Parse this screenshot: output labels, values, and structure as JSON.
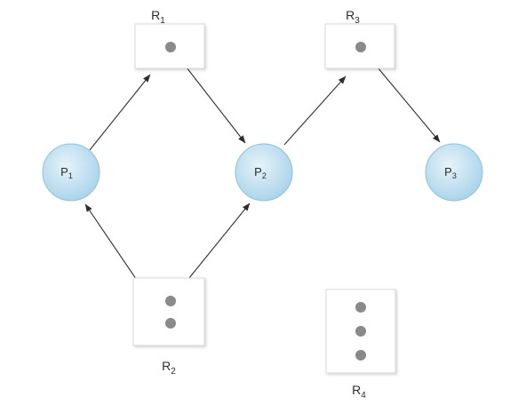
{
  "processes": [
    {
      "id": "P1",
      "base": "P",
      "sub": "1"
    },
    {
      "id": "P2",
      "base": "P",
      "sub": "2"
    },
    {
      "id": "P3",
      "base": "P",
      "sub": "3"
    }
  ],
  "resources": [
    {
      "id": "R1",
      "base": "R",
      "sub": "1",
      "instances": 1
    },
    {
      "id": "R2",
      "base": "R",
      "sub": "2",
      "instances": 2
    },
    {
      "id": "R3",
      "base": "R",
      "sub": "3",
      "instances": 1
    },
    {
      "id": "R4",
      "base": "R",
      "sub": "4",
      "instances": 3
    }
  ],
  "edges": [
    {
      "from": "P1",
      "to": "R1",
      "kind": "request"
    },
    {
      "from": "R1",
      "to": "P2",
      "kind": "assignment"
    },
    {
      "from": "P2",
      "to": "R3",
      "kind": "request"
    },
    {
      "from": "R3",
      "to": "P3",
      "kind": "assignment"
    },
    {
      "from": "R2",
      "to": "P1",
      "kind": "assignment"
    },
    {
      "from": "R2",
      "to": "P2",
      "kind": "assignment"
    }
  ],
  "colors": {
    "process_fill_center": "#e6f3fa",
    "process_fill_edge": "#a9d3ea",
    "box_border": "#d9d9d9",
    "instance_dot": "#8a8a8a",
    "edge": "#2e2e2e"
  }
}
